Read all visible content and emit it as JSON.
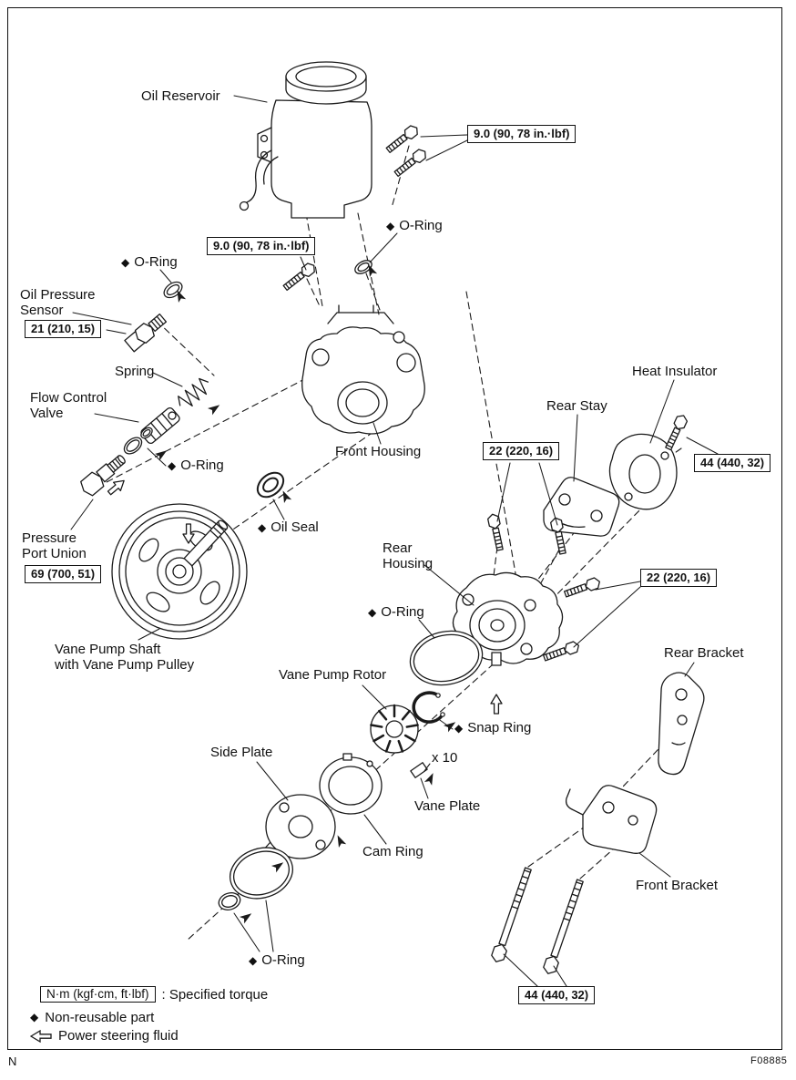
{
  "page": {
    "corner_mark": "N",
    "figure_code": "F08885"
  },
  "symbols": {
    "non_reusable": "◆"
  },
  "legend": {
    "torque_box": "N·m (kgf·cm, ft·lbf)",
    "torque_text": ": Specified torque",
    "non_reusable_text": "Non-reusable part",
    "fluid_text": "Power steering fluid"
  },
  "labels": {
    "oil_reservoir": "Oil Reservoir",
    "o_ring": "O-Ring",
    "oil_pressure_sensor_line1": "Oil Pressure",
    "oil_pressure_sensor_line2": "Sensor",
    "spring": "Spring",
    "flow_control_valve_line1": "Flow Control",
    "flow_control_valve_line2": "Valve",
    "front_housing": "Front Housing",
    "heat_insulator": "Heat Insulator",
    "rear_stay": "Rear Stay",
    "oil_seal": "Oil Seal",
    "pressure_port_union_line1": "Pressure",
    "pressure_port_union_line2": "Port Union",
    "rear_housing_line1": "Rear",
    "rear_housing_line2": "Housing",
    "rear_bracket": "Rear Bracket",
    "vane_pump_shaft_line1": "Vane Pump Shaft",
    "vane_pump_shaft_line2": "with Vane Pump Pulley",
    "vane_pump_rotor": "Vane Pump Rotor",
    "snap_ring": "Snap Ring",
    "side_plate": "Side Plate",
    "vane_plate_count": "x 10",
    "vane_plate": "Vane Plate",
    "cam_ring": "Cam Ring",
    "front_bracket": "Front Bracket"
  },
  "torques": {
    "reservoir_bolts": "9.0 (90, 78 in.·lbf)",
    "oil_pressure_sensor": "21 (210, 15)",
    "rear_stay_bolts": "22 (220, 16)",
    "bracket_bolts": "44 (440, 32)",
    "pressure_port_union": "69 (700, 51)"
  },
  "colors": {
    "ink": "#1a1a1a",
    "background": "#ffffff"
  }
}
